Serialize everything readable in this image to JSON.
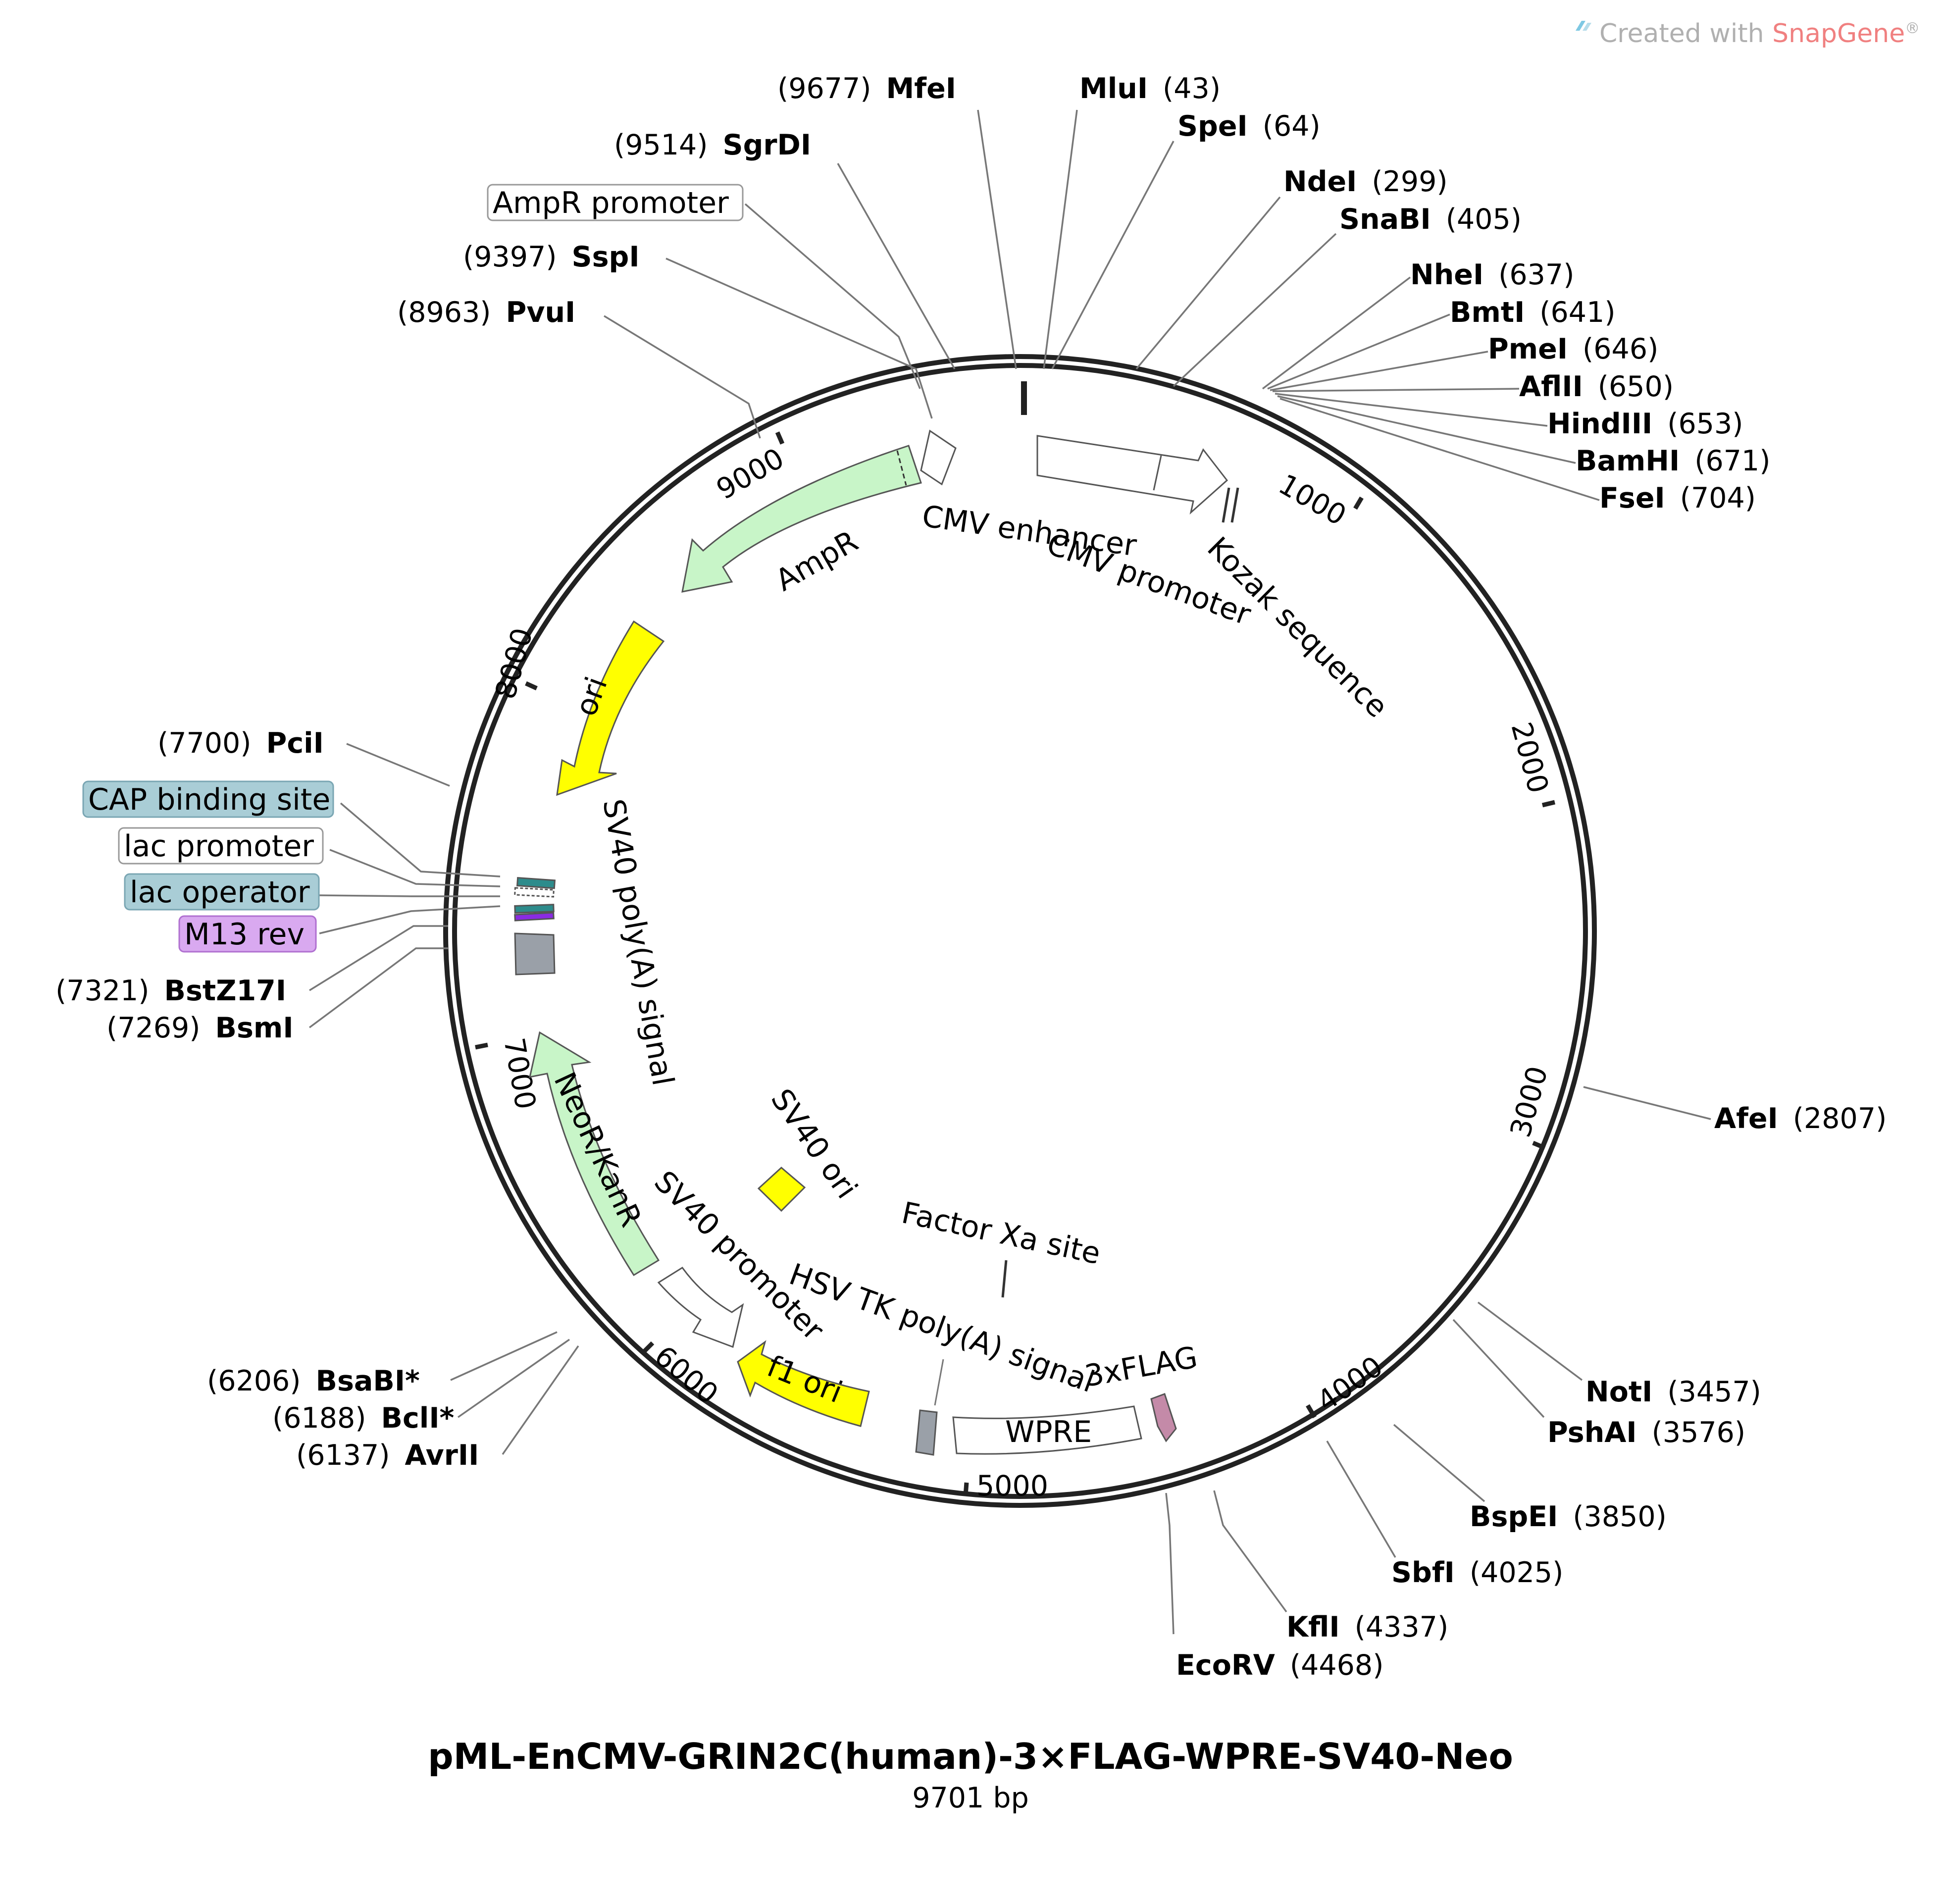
{
  "watermark": {
    "prefix": "Created with ",
    "brand": "SnapGene",
    "mark": "®",
    "prefix_color": "#b0b0b0",
    "brand_color": "#f08080"
  },
  "plasmid": {
    "name": "pML-EnCMV-GRIN2C(human)-3×FLAG-WPRE-SV40-Neo",
    "length_label": "9701 bp",
    "length": 9701
  },
  "ticks": [
    "1000",
    "2000",
    "3000",
    "4000",
    "5000",
    "6000",
    "7000",
    "8000",
    "9000"
  ],
  "enzymes": [
    {
      "name": "MfeI",
      "pos": "(9677)"
    },
    {
      "name": "MluI",
      "pos": "(43)"
    },
    {
      "name": "SpeI",
      "pos": "(64)"
    },
    {
      "name": "SgrDI",
      "pos": "(9514)"
    },
    {
      "name": "NdeI",
      "pos": "(299)"
    },
    {
      "name": "SnaBI",
      "pos": "(405)"
    },
    {
      "name": "SspI",
      "pos": "(9397)"
    },
    {
      "name": "NheI",
      "pos": "(637)"
    },
    {
      "name": "PvuI",
      "pos": "(8963)"
    },
    {
      "name": "BmtI",
      "pos": "(641)"
    },
    {
      "name": "PmeI",
      "pos": "(646)"
    },
    {
      "name": "AflII",
      "pos": "(650)"
    },
    {
      "name": "HindIII",
      "pos": "(653)"
    },
    {
      "name": "BamHI",
      "pos": "(671)"
    },
    {
      "name": "FseI",
      "pos": "(704)"
    },
    {
      "name": "PciI",
      "pos": "(7700)"
    },
    {
      "name": "BstZ17I",
      "pos": "(7321)"
    },
    {
      "name": "BsmI",
      "pos": "(7269)"
    },
    {
      "name": "AfeI",
      "pos": "(2807)"
    },
    {
      "name": "NotI",
      "pos": "(3457)"
    },
    {
      "name": "PshAI",
      "pos": "(3576)"
    },
    {
      "name": "BsaBI*",
      "pos": "(6206)"
    },
    {
      "name": "BclI*",
      "pos": "(6188)"
    },
    {
      "name": "AvrII",
      "pos": "(6137)"
    },
    {
      "name": "BspEI",
      "pos": "(3850)"
    },
    {
      "name": "SbfI",
      "pos": "(4025)"
    },
    {
      "name": "KflI",
      "pos": "(4337)"
    },
    {
      "name": "EcoRV",
      "pos": "(4468)"
    }
  ],
  "boxed_features": [
    "AmpR promoter",
    "CAP binding site",
    "lac promoter",
    "lac operator",
    "M13 rev"
  ],
  "features": {
    "cmv_enhancer": "CMV enhancer",
    "cmv_promoter": "CMV promoter",
    "kozak": "Kozak sequence",
    "ampr": "AmpR",
    "ori": "ori",
    "sv40_polya": "SV40 poly(A) signal",
    "neor": "NeoR/KanR",
    "sv40_promoter": "SV40 promoter",
    "sv40_ori": "SV40 ori",
    "factor_xa": "Factor Xa site",
    "hsv_tk": "HSV TK poly(A) signal",
    "flag": "3xFLAG",
    "f1_ori": "f1 ori",
    "wpre": "WPRE"
  },
  "colors": {
    "ampr": "#c8f5c8",
    "ori": "#ffff00",
    "neor": "#c8f5c8",
    "f1_ori": "#ffff00",
    "sv40_ori": "#ffff00",
    "cap": "#a9cdd6",
    "lac_operator": "#a9cdd6",
    "m13": "#d9a9f0",
    "flag": "#c48aa8",
    "grey": "#9aa0a8",
    "teal": "#2d8c8c"
  }
}
